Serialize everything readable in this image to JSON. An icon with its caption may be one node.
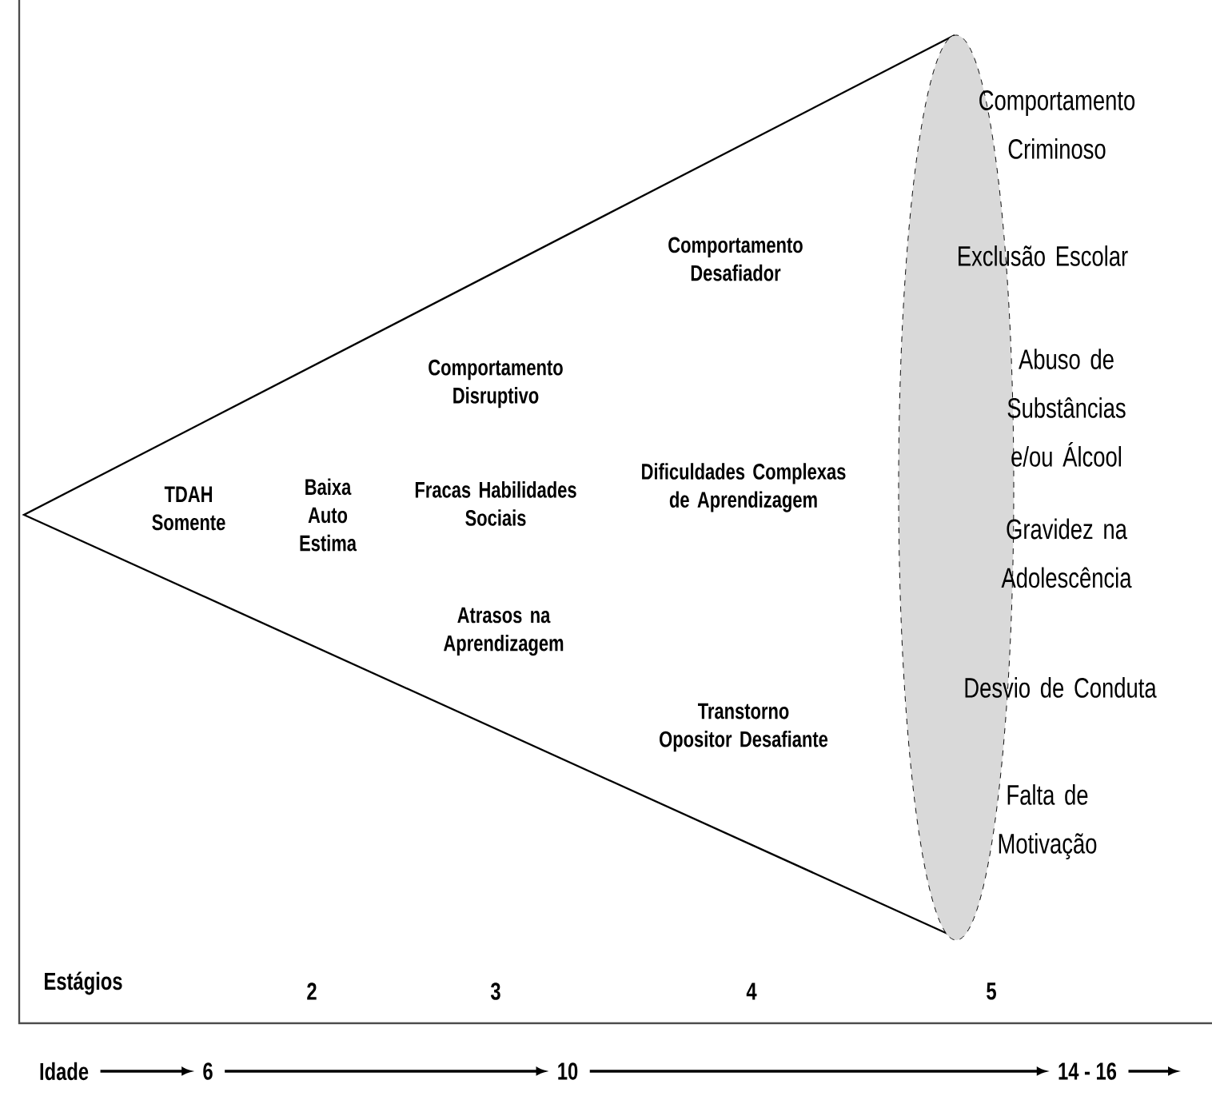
{
  "diagram": {
    "nodes": [
      {
        "text": [
          "TDAH Somente",
          "Baixa Auto Estima",
          "Comportamento Disruptivo",
          "Fracas Habilidades Sociais",
          "Atrasos na Aprendizagem",
          "Comportamento Desafiador",
          "Dificuldades Complexas de Aprendizagem",
          "Transtorno Opositor Desafiante"
        ]
      },
      {
        "text": [
          "Comportamento Criminoso",
          "Exclusão Escolar",
          "Abuso de Substâncias e/ou Álcool",
          "Gravidez na Adolescência",
          "Desvio de Conduta",
          "Falta de Motivação"
        ]
      },
      {
        "text": [
          "Idade"
        ]
      },
      {
        "text": [
          "6"
        ]
      },
      {
        "text": [
          "10"
        ]
      },
      {
        "text": [
          "14 - 16"
        ]
      }
    ],
    "edges": [
      {
        "from": 2,
        "to": 3,
        "arrow": "to"
      },
      {
        "from": 3,
        "to": 4,
        "arrow": "to"
      },
      {
        "from": 4,
        "to": 5,
        "arrow": "to"
      },
      {
        "from": 5,
        "to": null,
        "arrow": "to"
      }
    ],
    "labels": [
      "Estágios",
      "2",
      "3",
      "4",
      "5"
    ]
  }
}
